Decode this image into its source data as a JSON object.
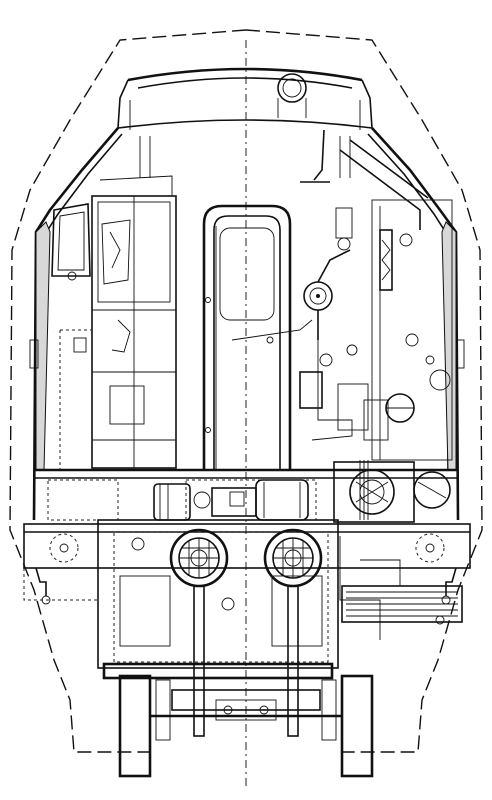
{
  "drawing": {
    "subject": "",
    "line_color": "#111111",
    "background_color": "#ffffff",
    "components": [
      "outline-clearance-profile",
      "cab-roof",
      "cab-side-walls",
      "cab-door",
      "control-cabinet",
      "valve-and-gauge-assembly",
      "floor-frame",
      "motor-blower-unit",
      "traction-motor-blower-left",
      "traction-motor-blower-right",
      "bogie-frame",
      "wheels-and-axle",
      "radiator-grille"
    ]
  }
}
